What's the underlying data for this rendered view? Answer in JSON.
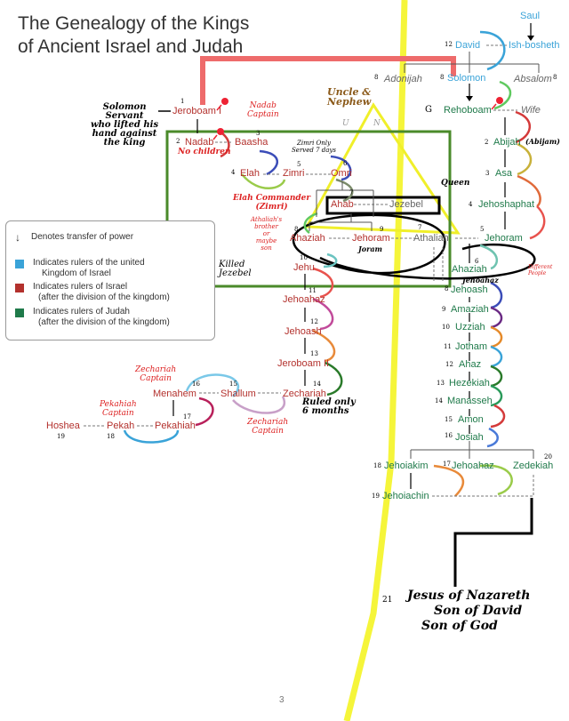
{
  "title": {
    "line1": "The Genealogy of the Kings",
    "line2": "of Ancient Israel and Judah"
  },
  "united": {
    "saul": "Saul",
    "david": "David",
    "ishbosheth": "Ish-bosheth",
    "solomon": "Solomon",
    "adonijah": "Adonijah",
    "absalom": "Absalom"
  },
  "israel": {
    "jeroboam1": "Jeroboam I",
    "nadab": "Nadab",
    "baasha": "Baasha",
    "elah": "Elah",
    "zimri": "Zimri",
    "omri": "Omri",
    "ahab": "Ahab",
    "jezebel": "Jezebel",
    "ahaziah": "Ahaziah",
    "jehoram": "Jehoram",
    "jehu": "Jehu",
    "jehoahaz": "Jehoahaz",
    "jehoash": "Jehoash",
    "jeroboam2": "Jeroboam II",
    "zechariah": "Zechariah",
    "shallum": "Shallum",
    "menahem": "Menahem",
    "pekahiah": "Pekahiah",
    "pekah": "Pekah",
    "hoshea": "Hoshea"
  },
  "judah": {
    "rehoboam": "Rehoboam",
    "wife": "Wife",
    "abijah": "Abijah",
    "asa": "Asa",
    "jehoshaphat": "Jehoshaphat",
    "athaliah": "Athaliah",
    "jehoram": "Jehoram",
    "ahaziah": "Ahaziah",
    "jehoash": "Jehoash",
    "amaziah": "Amaziah",
    "uzziah": "Uzziah",
    "jotham": "Jotham",
    "ahaz": "Ahaz",
    "hezekiah": "Hezekiah",
    "manasseh": "Manasseh",
    "amon": "Amon",
    "josiah": "Josiah",
    "jehoiakim": "Jehoiakim",
    "jehoahaz": "Jehoahaz",
    "zedekiah": "Zedekiah",
    "jehoiachin": "Jehoiachin"
  },
  "legend": {
    "arrow_text": "Denotes transfer of power",
    "united_line1": "Indicates rulers of the united",
    "united_line2": "Kingdom of Israel",
    "israel_line1": "Indicates rulers of Israel",
    "israel_line2": "(after the division of the kingdom)",
    "judah_line1": "Indicates rulers of Judah",
    "judah_line2": "(after the division of the kingdom)",
    "colors": {
      "united": "#3aa3d8",
      "israel": "#b3312d",
      "judah": "#1f7a4a"
    }
  },
  "annotations": {
    "solomon_servant": [
      "Solomon",
      "Servant",
      "who lifted his",
      "hand against",
      "the king"
    ],
    "nadab_captain": [
      "Nadab",
      "Captain"
    ],
    "no_children": "No children",
    "uncle_nephew": [
      "Uncle &",
      "Nephew"
    ],
    "zimri_note": [
      "Zimri Only",
      "Served 7 days"
    ],
    "elah_commander": [
      "Elah Commander",
      "(Zimri)"
    ],
    "queen": "Queen",
    "athaliah_brother": [
      "Athaliah's",
      "brother",
      "or",
      "maybe",
      "son"
    ],
    "joram": "Joram",
    "killed_jezebel": [
      "Killed",
      "Jezebel"
    ],
    "jehoahaz_alt": "Jehoahaz",
    "abijam": "(Abijam)",
    "different_people": [
      "Different",
      "People"
    ],
    "ruled_6_months": [
      "Ruled only",
      "6 months"
    ],
    "zechariah_captain_top": [
      "Zechariah",
      "Captain"
    ],
    "zechariah_captain_bottom": [
      "Zechariah",
      "Captain"
    ],
    "pekahiah_captain": [
      "Pekahiah",
      "Captain"
    ],
    "jesus": [
      "Jesus of Nazareth",
      "Son of David",
      "Son of God"
    ],
    "letter_u": "U",
    "letter_n": "N"
  },
  "numbers": {
    "david": "12",
    "adonijah": "8",
    "solomon": "8",
    "absalom": "8",
    "jeroboam1": "1",
    "rehoboam": "G",
    "nadab": "2",
    "baasha": "3",
    "elah": "4",
    "zimri": "5",
    "omri": "6",
    "ahab": "7",
    "ahaziah_i": "8",
    "jehoram_i": "9",
    "athaliah": "7",
    "jehoram_j": "5",
    "jehu": "10",
    "ahaziah_j": "6",
    "jehoash_j": "8",
    "jehoahaz_i": "11",
    "jehoash_i": "12",
    "jeroboam2": "13",
    "zechariah": "14",
    "shallum": "15",
    "menahem": "16",
    "pekahiah": "17",
    "pekah": "18",
    "hoshea": "19",
    "abijah": "2",
    "asa": "3",
    "jehoshaphat": "4",
    "amaziah": "9",
    "uzziah": "10",
    "jotham": "11",
    "ahaz": "12",
    "hezekiah": "13",
    "manasseh": "14",
    "amon": "15",
    "josiah": "16",
    "jehoiakim": "18",
    "jehoahaz_j": "17",
    "zedekiah": "20",
    "jehoiachin": "19",
    "jesus": "21"
  },
  "page_number": "3"
}
